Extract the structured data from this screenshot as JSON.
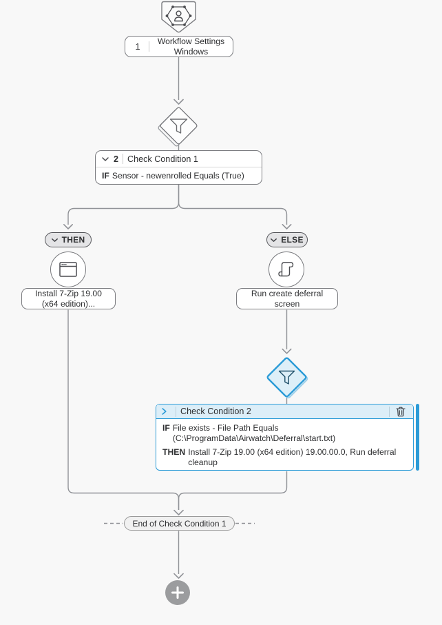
{
  "app": {
    "view": "workflow-editor-canvas"
  },
  "colors": {
    "accent_blue": "#2b9bd7",
    "accent_blue_light": "#dceef8",
    "line_gray": "#909297",
    "node_border": "#7b7c80",
    "canvas_bg": "#f8f8f8"
  },
  "nodes": {
    "workflow_settings": {
      "number": "1",
      "title": "Workflow Settings Windows",
      "icon": "workflow-badge-icon"
    },
    "condition1": {
      "number": "2",
      "title": "Check Condition 1",
      "if_label": "IF",
      "if_text": "Sensor - newenrolled Equals (True)",
      "collapse_icon": "chevron-down-icon",
      "diamond_icon": "filter-funnel-icon"
    },
    "then_branch": {
      "label": "THEN",
      "badge_icon": "chevron-down-icon",
      "circle_icon": "app-window-icon",
      "action_title": "Install 7-Zip 19.00 (x64 edition)..."
    },
    "else_branch": {
      "label": "ELSE",
      "badge_icon": "chevron-down-icon",
      "circle_icon": "script-icon",
      "action_title": "Run create deferral screen"
    },
    "condition2": {
      "title": "Check Condition 2",
      "if_label": "IF",
      "if_text": "File exists - File Path Equals (C:\\ProgramData\\Airwatch\\Deferral\\start.txt)",
      "then_label": "THEN",
      "then_text": "Install 7-Zip 19.00 (x64 edition) 19.00.00.0, Run deferral cleanup",
      "expand_icon": "chevron-right-icon",
      "delete_icon": "trash-icon",
      "diamond_icon": "filter-funnel-icon"
    },
    "end_marker": {
      "label": "End of Check Condition 1"
    },
    "add_step": {
      "icon": "plus-icon"
    }
  }
}
